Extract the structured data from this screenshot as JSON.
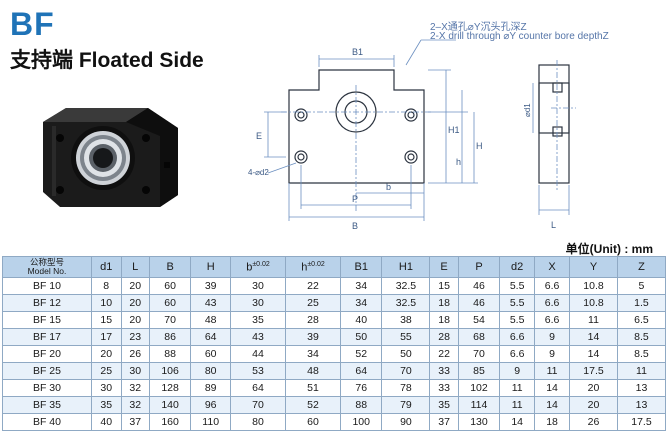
{
  "header": {
    "brand": "BF",
    "title_cn": "支持端",
    "title_en": "Floated Side"
  },
  "drawing": {
    "note_cn": "2–X通孔⌀Y沉头孔深Z",
    "note_en": "2-X drill through ⌀Y counter bore depthZ",
    "dims": {
      "b1": "B1",
      "e": "E",
      "h1": "H1",
      "h_cap": "H",
      "h_small": "h",
      "b_small": "b",
      "p": "P",
      "b_cap": "B",
      "d2": "4-⌀d2",
      "d1": "⌀d1",
      "l": "L"
    }
  },
  "unit_label": "单位(Unit) : mm",
  "table": {
    "model_header_cn": "公称型号",
    "model_header_en": "Model No.",
    "columns": [
      {
        "label": "d1",
        "sup": ""
      },
      {
        "label": "L",
        "sup": ""
      },
      {
        "label": "B",
        "sup": ""
      },
      {
        "label": "H",
        "sup": ""
      },
      {
        "label": "b",
        "sup": "±0.02"
      },
      {
        "label": "h",
        "sup": "±0.02"
      },
      {
        "label": "B1",
        "sup": ""
      },
      {
        "label": "H1",
        "sup": ""
      },
      {
        "label": "E",
        "sup": ""
      },
      {
        "label": "P",
        "sup": ""
      },
      {
        "label": "d2",
        "sup": ""
      },
      {
        "label": "X",
        "sup": ""
      },
      {
        "label": "Y",
        "sup": ""
      },
      {
        "label": "Z",
        "sup": ""
      }
    ],
    "rows": [
      [
        "BF 10",
        "8",
        "20",
        "60",
        "39",
        "30",
        "22",
        "34",
        "32.5",
        "15",
        "46",
        "5.5",
        "6.6",
        "10.8",
        "5"
      ],
      [
        "BF 12",
        "10",
        "20",
        "60",
        "43",
        "30",
        "25",
        "34",
        "32.5",
        "18",
        "46",
        "5.5",
        "6.6",
        "10.8",
        "1.5"
      ],
      [
        "BF 15",
        "15",
        "20",
        "70",
        "48",
        "35",
        "28",
        "40",
        "38",
        "18",
        "54",
        "5.5",
        "6.6",
        "11",
        "6.5"
      ],
      [
        "BF 17",
        "17",
        "23",
        "86",
        "64",
        "43",
        "39",
        "50",
        "55",
        "28",
        "68",
        "6.6",
        "9",
        "14",
        "8.5"
      ],
      [
        "BF 20",
        "20",
        "26",
        "88",
        "60",
        "44",
        "34",
        "52",
        "50",
        "22",
        "70",
        "6.6",
        "9",
        "14",
        "8.5"
      ],
      [
        "BF 25",
        "25",
        "30",
        "106",
        "80",
        "53",
        "48",
        "64",
        "70",
        "33",
        "85",
        "9",
        "11",
        "17.5",
        "11"
      ],
      [
        "BF 30",
        "30",
        "32",
        "128",
        "89",
        "64",
        "51",
        "76",
        "78",
        "33",
        "102",
        "11",
        "14",
        "20",
        "13"
      ],
      [
        "BF 35",
        "35",
        "32",
        "140",
        "96",
        "70",
        "52",
        "88",
        "79",
        "35",
        "114",
        "11",
        "14",
        "20",
        "13"
      ],
      [
        "BF 40",
        "40",
        "37",
        "160",
        "110",
        "80",
        "60",
        "100",
        "90",
        "37",
        "130",
        "14",
        "18",
        "26",
        "17.5"
      ]
    ]
  }
}
